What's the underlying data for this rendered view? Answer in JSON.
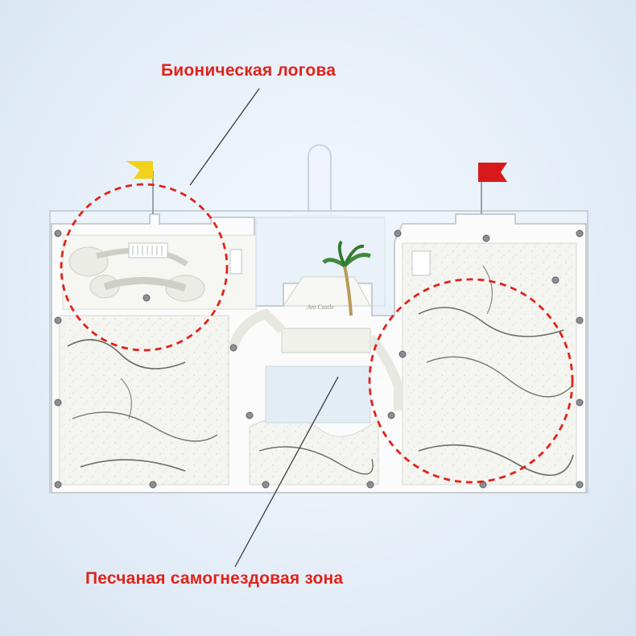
{
  "callouts": {
    "top_label": "Бионическая логова",
    "bottom_label": "Песчаная самогнездовая зона"
  },
  "product_mark": "Ant Castle",
  "colors": {
    "callout_text": "#e0231b",
    "dashed_circle": "#e0231b",
    "flag_left": "#f2d21a",
    "flag_right": "#d8191c",
    "sand": "#f3f3ef",
    "frame": "#fbfbfb"
  }
}
